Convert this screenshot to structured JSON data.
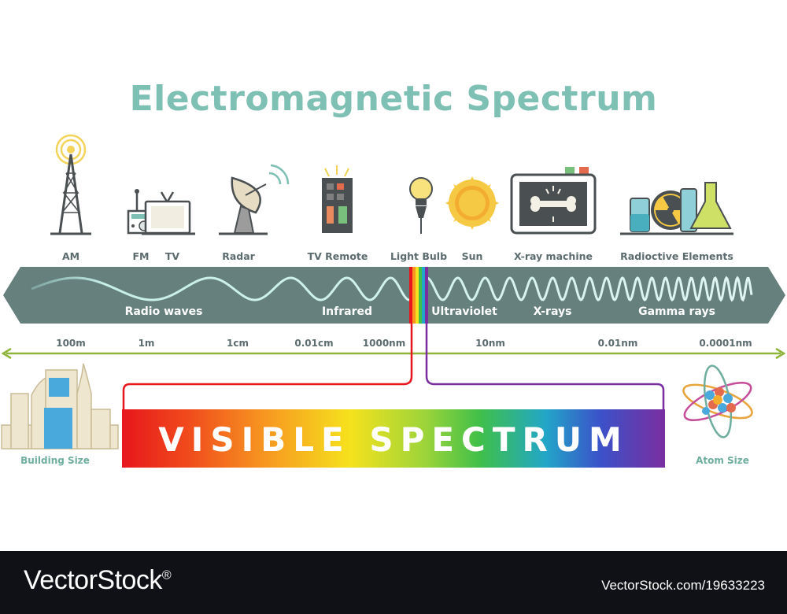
{
  "title": "Electromagnetic Spectrum",
  "colors": {
    "title": "#7ec0b4",
    "band": "#66807d",
    "axis": "#8fb43a",
    "icon_outline": "#4a4f52",
    "footer": "#0f1116"
  },
  "sources": [
    {
      "label": "AM",
      "icon": "radio-tower-icon"
    },
    {
      "label": "FM",
      "icon": "radio-icon"
    },
    {
      "label": "TV",
      "icon": "television-icon"
    },
    {
      "label": "Radar",
      "icon": "satellite-dish-icon"
    },
    {
      "label": "TV Remote",
      "icon": "remote-control-icon"
    },
    {
      "label": "Light Bulb",
      "icon": "light-bulb-icon"
    },
    {
      "label": "Sun",
      "icon": "sun-icon"
    },
    {
      "label": "X-ray machine",
      "icon": "xray-machine-icon"
    },
    {
      "label": "Radioctive Elements",
      "icon": "radioactive-elements-icon"
    }
  ],
  "bands": [
    "Radio waves",
    "Infrared",
    "Ultraviolet",
    "X-rays",
    "Gamma rays"
  ],
  "wavelengths": [
    "100m",
    "1m",
    "1cm",
    "0.01cm",
    "1000nm",
    "10nm",
    "0.01nm",
    "0.0001nm"
  ],
  "visible": "VISIBLE SPECTRUM",
  "size_labels": {
    "left": "Building Size",
    "right": "Atom Size"
  },
  "footer": {
    "brand": "VectorStock",
    "reg": "®",
    "ref": "VectorStock.com/19633223"
  }
}
